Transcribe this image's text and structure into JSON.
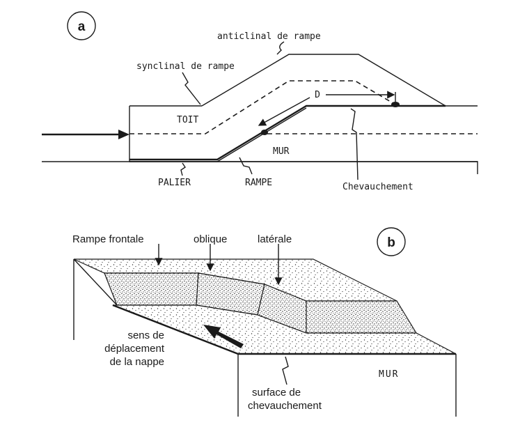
{
  "panel_a": {
    "badge": "a",
    "labels": {
      "anticlinal": "anticlinal de rampe",
      "synclinal": "synclinal de rampe",
      "toit": "TOIT",
      "d": "D",
      "mur": "MUR",
      "palier": "PALIER",
      "rampe": "RAMPE",
      "chevauchement": "Chevauchement"
    }
  },
  "panel_b": {
    "badge": "b",
    "labels": {
      "rampe_frontale": "Rampe frontale",
      "oblique": "oblique",
      "laterale": "latérale",
      "sens_1": "sens de",
      "sens_2": "déplacement",
      "sens_3": "de la nappe",
      "mur": "MUR",
      "surface_1": "surface de",
      "surface_2": "chevauchement"
    }
  }
}
